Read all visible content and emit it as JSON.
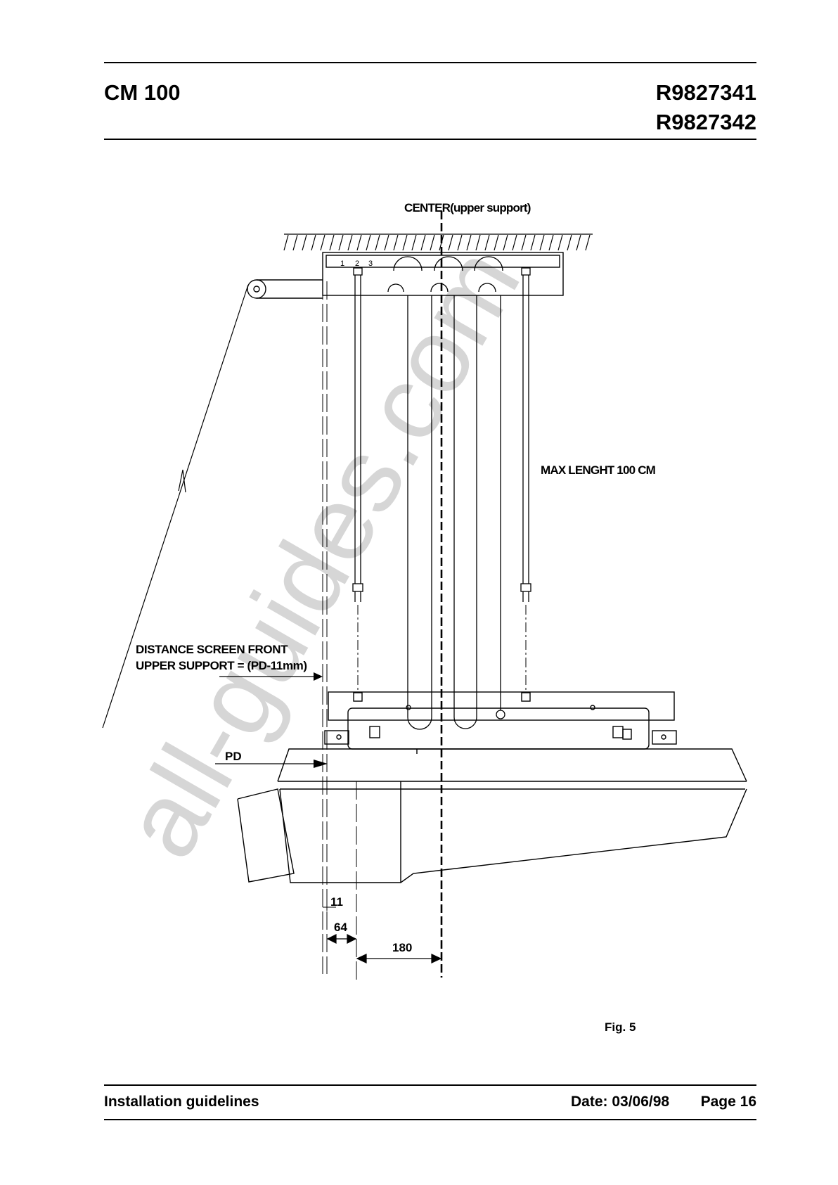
{
  "header": {
    "model": "CM 100",
    "part_numbers": [
      "R9827341",
      "R9827342"
    ]
  },
  "drawing": {
    "labels": {
      "center": "CENTER(upper support)",
      "max_length": "MAX LENGHT 100 CM",
      "distance_line1": "DISTANCE SCREEN FRONT",
      "distance_line2": "UPPER SUPPORT = (PD-11mm)",
      "pd": "PD"
    },
    "hole_numbers": [
      "1",
      "2",
      "3"
    ],
    "dimensions": [
      "11",
      "64",
      "180"
    ],
    "watermark": "all-guides.com"
  },
  "figure": {
    "caption": "Fig. 5"
  },
  "footer": {
    "title": "Installation guidelines",
    "date": "Date: 03/06/98",
    "page": "Page 16"
  }
}
